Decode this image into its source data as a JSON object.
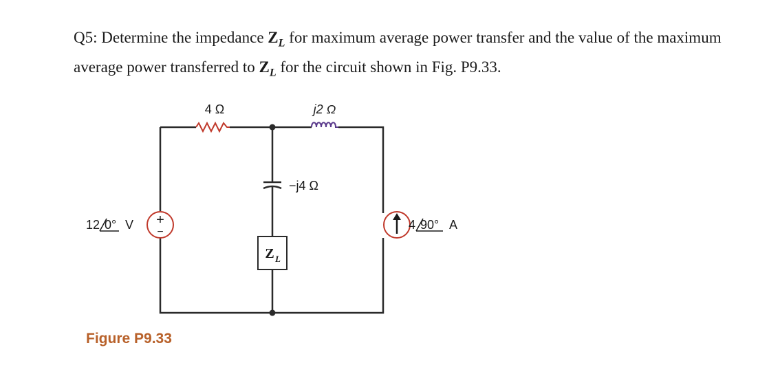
{
  "question": {
    "part1": "Q5: Determine the impedance ",
    "zl_main": "Z",
    "zl_sub": "L",
    "part2": " for maximum average power transfer and the value of the maximum average power transferred to ",
    "part3": " for the circuit shown in Fig. P9.33."
  },
  "circuit": {
    "resistor_label": "4 Ω",
    "inductor_label": "j2 Ω",
    "capacitor_label": "−j4 Ω",
    "voltage_source_label": "12/0° V",
    "voltage_source_value": "12",
    "voltage_source_angle": "0°",
    "voltage_source_unit": "V",
    "current_source_label": "4/90° A",
    "current_source_value": "4",
    "current_source_angle": "90°",
    "current_source_unit": "A",
    "load_main": "Z",
    "load_sub": "L",
    "plus_sign": "+",
    "minus_sign": "−",
    "figure_caption": "Figure P9.33"
  },
  "colors": {
    "wire": "#2a2a2a",
    "accent": "#c0392b",
    "inductor": "#5b3a8c",
    "caption": "#b8612a"
  }
}
